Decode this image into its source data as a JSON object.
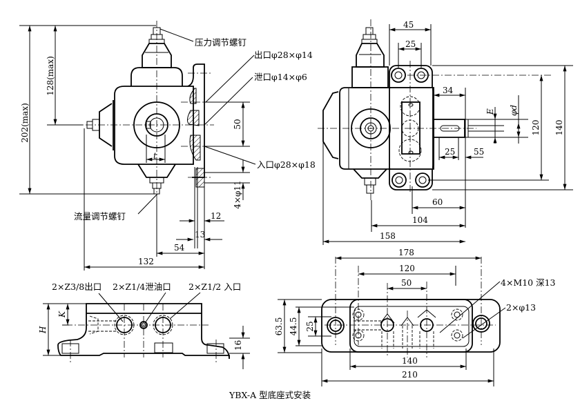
{
  "caption": "YBX-A 型底座式安装",
  "front_view": {
    "labels": {
      "pressure_screw": "压力调节螺钉",
      "outlet": "出口φ28×φ14",
      "drain": "泄口φ14×φ6",
      "inlet": "入口φ28×φ18",
      "flow_screw": "流量调节螺钉"
    },
    "dims": {
      "overall_height": "202(max)",
      "upper_height": "128(max)",
      "port_spacing": "50",
      "holes": "4×φ11",
      "d12": "12",
      "d13": "13",
      "d54": "54",
      "d132": "132",
      "key_t": "t"
    }
  },
  "side_view": {
    "dims": {
      "d45": "45",
      "d25_top": "25",
      "d34": "34",
      "E": "E",
      "phi_d": "φd",
      "d120": "120",
      "d140": "140",
      "d25_shaft": "25",
      "d55": "55",
      "d60": "60",
      "d104": "104",
      "d158": "158"
    }
  },
  "base_front_view": {
    "labels": {
      "outlet": "2×Z3/8出口",
      "drain": "2×Z1/4泄油口",
      "inlet": "2×Z1/2 入口"
    },
    "dims": {
      "H": "H",
      "K": "K",
      "d16": "16"
    }
  },
  "base_top_view": {
    "labels": {
      "tapped": "4×M10 深13",
      "holes": "2×φ13"
    },
    "dims": {
      "d178": "178",
      "d120": "120",
      "d50": "50",
      "d63_5": "63.5",
      "d44_5": "44.5",
      "d25": "25",
      "d140": "140",
      "d210": "210"
    }
  }
}
